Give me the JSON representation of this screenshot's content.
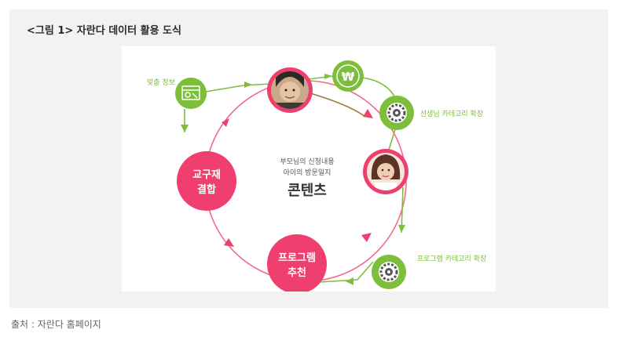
{
  "figure": {
    "title": "<그림 1> 자란다 데이터 활용 도식",
    "source": "출처 : 자란다 홈페이지"
  },
  "diagram": {
    "center": {
      "line1": "부모님의 신청내용",
      "line2": "아이의 방문일지",
      "main": "콘텐츠"
    },
    "nodes": {
      "combine_label_1": "교구재",
      "combine_label_2": "결합",
      "program_label_1": "프로그램",
      "program_label_2": "추천",
      "custom_info_label": "맞춤 정보",
      "teacher_category_label": "선생님 카테고리 확장",
      "program_category_label": "프로그램 카테고리 확장",
      "won_symbol": "₩"
    },
    "colors": {
      "pink": "#ee3f6f",
      "green": "#7dbe3a",
      "ring": "#f06a8a",
      "panel_bg": "#f2f2f2"
    },
    "icons": [
      "browser-window-icon",
      "won-icon",
      "gear-icon",
      "man-avatar-icon",
      "woman-avatar-icon"
    ]
  }
}
